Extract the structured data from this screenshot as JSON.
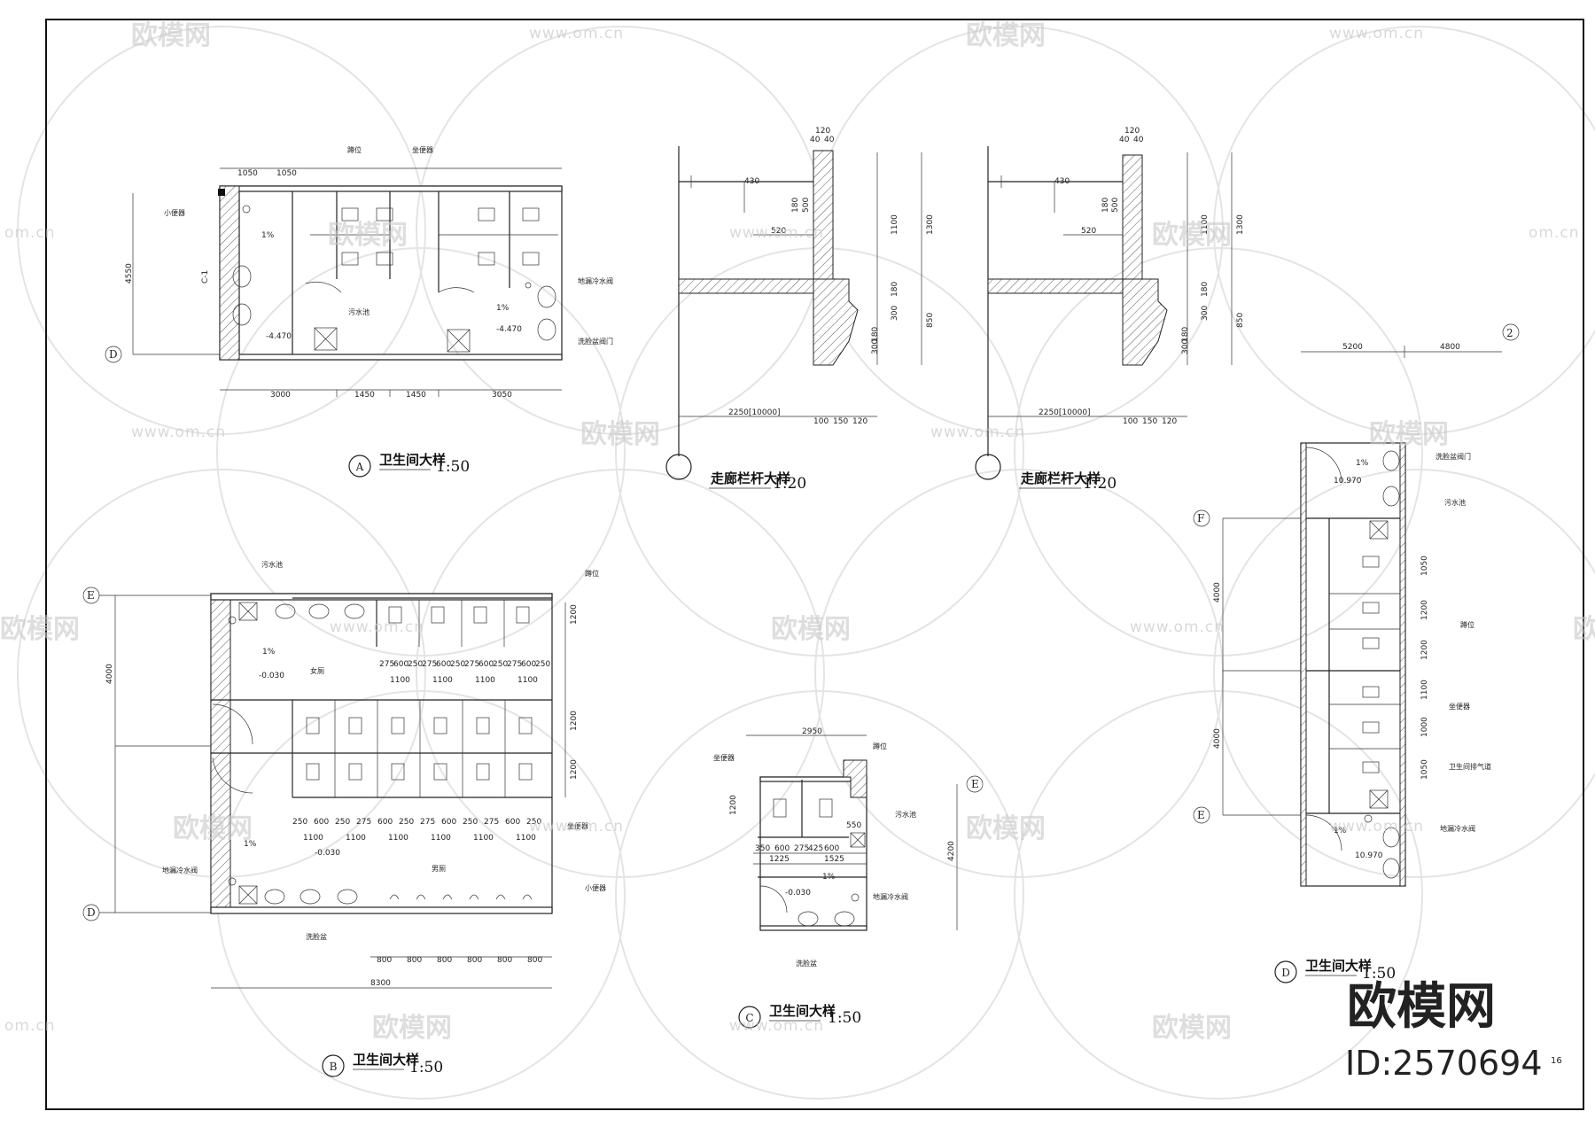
{
  "drawings": {
    "a": {
      "tag": "A",
      "title": "卫生间大样",
      "scale": "1:50",
      "dims_top": [
        "1050",
        "1050"
      ],
      "dims_bottom": [
        "3000",
        "1450",
        "1450",
        "3050"
      ],
      "dim_left": "4550",
      "axis_left": "D",
      "elev": [
        "-4.470",
        "-4.470"
      ],
      "side_mark": "C-1",
      "grade": [
        "1%",
        "1%"
      ],
      "notes": [
        "小便器",
        "蹲位",
        "坐便器",
        "污水池",
        "地漏冷水阀",
        "洗脸盆阀门"
      ]
    },
    "railing1": {
      "title": "走廊栏杆大样",
      "scale": "1:20",
      "dims": [
        "120",
        "40",
        "40",
        "430",
        "520",
        "180",
        "500",
        "1100",
        "1300",
        "180",
        "300",
        "850",
        "180",
        "300",
        "2250[10000]",
        "100",
        "150",
        "120"
      ]
    },
    "railing2": {
      "title": "走廊栏杆大样",
      "scale": "1:20",
      "dims": [
        "120",
        "40",
        "40",
        "430",
        "520",
        "180",
        "500",
        "1100",
        "1300",
        "180",
        "300",
        "850",
        "180",
        "300",
        "2250[10000]",
        "100",
        "150",
        "120"
      ]
    },
    "b": {
      "tag": "B",
      "title": "卫生间大样",
      "scale": "1:50",
      "axes": [
        "E",
        "D"
      ],
      "dim_left": "4000",
      "row1": [
        "275",
        "600",
        "250",
        "275",
        "600",
        "250",
        "275",
        "600",
        "250",
        "275",
        "600",
        "250"
      ],
      "row1b": [
        "1100",
        "1100",
        "1100",
        "1100"
      ],
      "row2": [
        "250",
        "600",
        "250",
        "275",
        "600",
        "250",
        "275",
        "600",
        "250",
        "275",
        "600",
        "250"
      ],
      "row2b": [
        "1100",
        "1100",
        "1100",
        "1100",
        "1100",
        "1100"
      ],
      "bottom": [
        "800",
        "800",
        "800",
        "800",
        "800",
        "800"
      ],
      "total": "8300",
      "elev": [
        "-0.030",
        "-0.030"
      ],
      "grade": [
        "1%",
        "1%"
      ],
      "heights": [
        "1200",
        "1200",
        "1200"
      ],
      "labels": [
        "女厕",
        "男厕",
        "污水池",
        "蹲位",
        "小便器",
        "洗脸盆",
        "地漏冷水阀",
        "坐便器"
      ]
    },
    "c": {
      "tag": "C",
      "title": "卫生间大样",
      "scale": "1:50",
      "top": "2950",
      "dims": [
        "350",
        "600",
        "275",
        "425",
        "600"
      ],
      "dims2": [
        "1225",
        "1525"
      ],
      "h": "1200",
      "h2": "550",
      "right": "4200",
      "axis": "E",
      "elev": "-0.030",
      "grade": "1%",
      "labels": [
        "蹲位",
        "坐便器",
        "污水池",
        "地漏冷水阀",
        "洗脸盆"
      ]
    },
    "d": {
      "tag": "D",
      "title": "卫生间大样",
      "scale": "1:50",
      "top": [
        "5200",
        "4800"
      ],
      "axis_top": "2",
      "axes_left": [
        "F",
        "E"
      ],
      "left": [
        "4000",
        "4000"
      ],
      "elev": [
        "10.970",
        "10.970"
      ],
      "grade": [
        "1%",
        "1%"
      ],
      "vdims": [
        "1050",
        "1200",
        "1200",
        "1100",
        "1000",
        "1050"
      ],
      "labels": [
        "洗脸盆阀门",
        "污水池",
        "蹲位",
        "坐便器",
        "卫生间排气道",
        "地漏冷水阀"
      ]
    }
  },
  "watermarks": {
    "brand": "欧模网",
    "url": "www.om.cn",
    "url_short": "om.cn"
  },
  "brand_overlay": {
    "name": "欧模网",
    "id": "ID:2570694"
  },
  "page_number": "16"
}
